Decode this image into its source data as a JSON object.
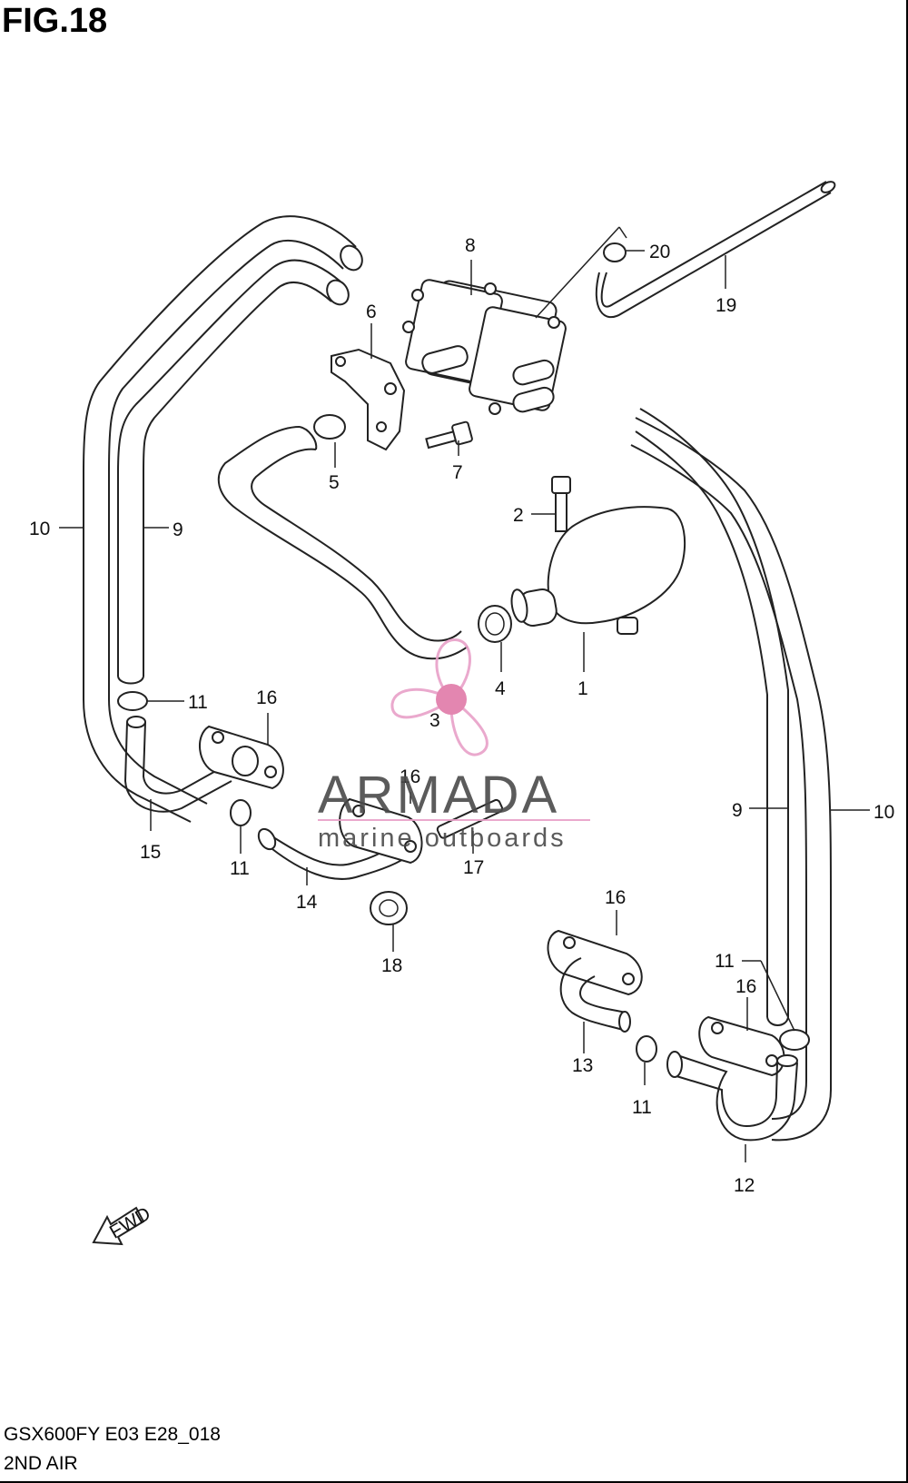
{
  "figure": {
    "title": "FIG.18"
  },
  "callouts": {
    "c1": "1",
    "c2": "2",
    "c3": "3",
    "c4": "4",
    "c5": "5",
    "c6": "6",
    "c7": "7",
    "c8": "8",
    "c9_left": "9",
    "c9_right": "9",
    "c10_left": "10",
    "c10_right": "10",
    "c11_a": "11",
    "c11_b": "11",
    "c11_c": "11",
    "c11_d": "11",
    "c12": "12",
    "c13": "13",
    "c14": "14",
    "c15": "15",
    "c16_a": "16",
    "c16_b": "16",
    "c16_c": "16",
    "c16_d": "16",
    "c17": "17",
    "c18": "18",
    "c19": "19",
    "c20": "20"
  },
  "fwd_label": "FWD",
  "watermark": {
    "name": "ARMADA",
    "sub": "marine outboards",
    "colors": {
      "logo": "#e8a0c8",
      "logo_center": "#e07aa8",
      "text": "#4a4a4a"
    }
  },
  "footer": {
    "code": "GSX600FY E03 E28_018",
    "title": "2ND AIR"
  }
}
